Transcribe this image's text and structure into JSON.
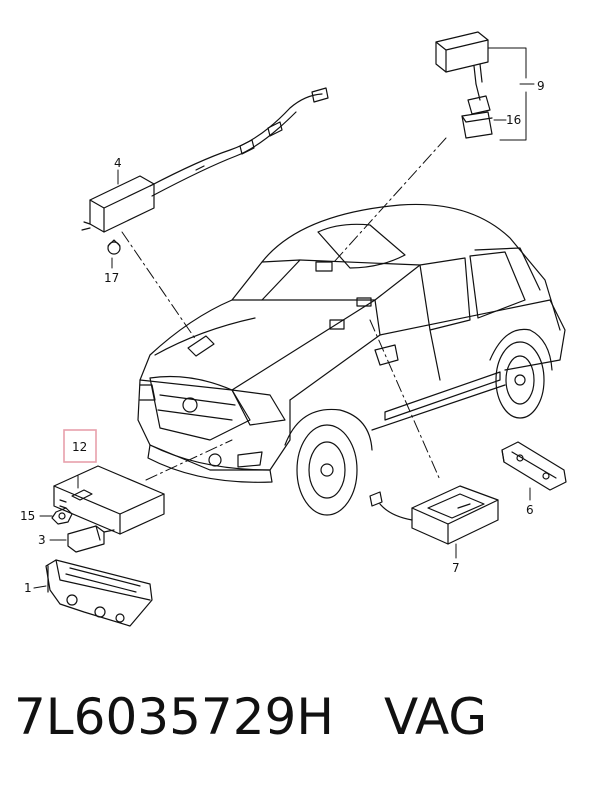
{
  "callouts": {
    "c1": "1",
    "c3": "3",
    "c4": "4",
    "c6": "6",
    "c7": "7",
    "c9": "9",
    "c12": "12",
    "c15": "15",
    "c16": "16",
    "c17": "17"
  },
  "highlight_color": "#e8a0ac",
  "footer": {
    "part_number": "7L6035729H",
    "brand": "VAG"
  }
}
